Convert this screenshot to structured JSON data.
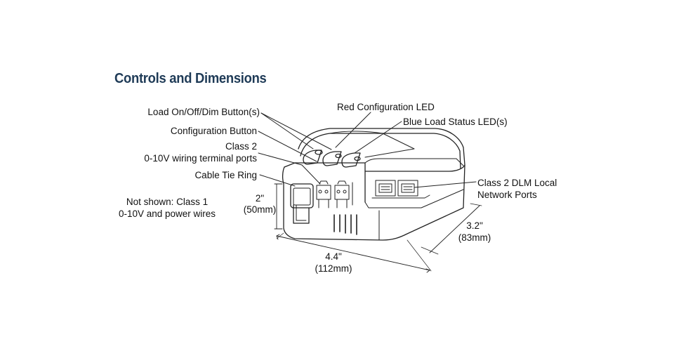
{
  "title": "Controls and Dimensions",
  "callouts": {
    "load_button": "Load On/Off/Dim Button(s)",
    "config_button": "Configuration Button",
    "class2_line1": "Class 2",
    "class2_line2": "0-10V wiring terminal ports",
    "cable_tie": "Cable Tie Ring",
    "not_shown_line1": "Not shown: Class 1",
    "not_shown_line2": "0-10V and power wires",
    "red_led": "Red Configuration LED",
    "blue_led": "Blue Load Status LED(s)",
    "dlm_line1": "Class 2 DLM Local",
    "dlm_line2": "Network Ports"
  },
  "dimensions": {
    "height_in": "2\"",
    "height_mm": "(50mm)",
    "width_in": "4.4\"",
    "width_mm": "(112mm)",
    "depth_in": "3.2\"",
    "depth_mm": "(83mm)"
  },
  "colors": {
    "title": "#1f3b57",
    "line": "#222222"
  }
}
